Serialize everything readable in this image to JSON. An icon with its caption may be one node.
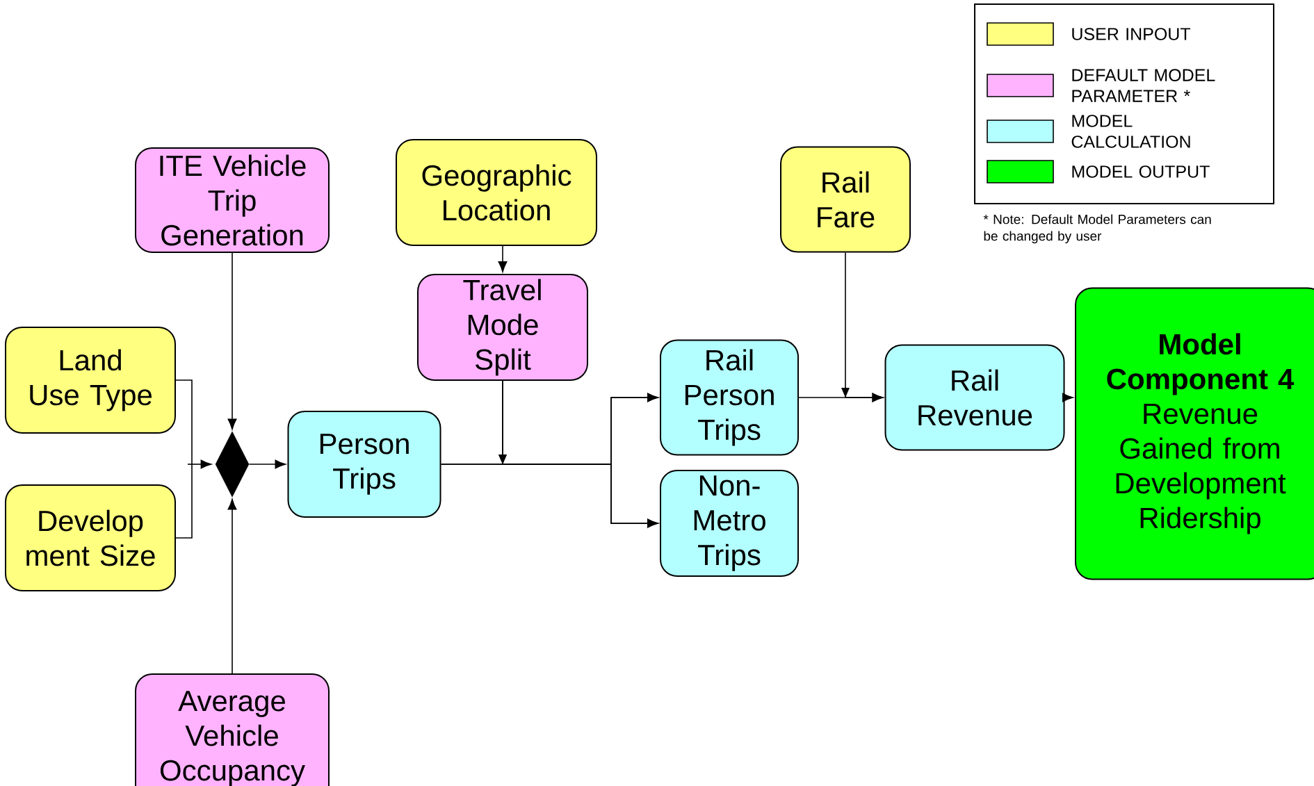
{
  "diagram": {
    "nodes": [
      {
        "text": [
          "ITE Vehicle Trip Generation"
        ]
      },
      {
        "text": [
          "Geographic Location"
        ]
      },
      {
        "text": [
          "Rail Fare"
        ]
      },
      {
        "text": [
          "Travel Mode Split"
        ]
      },
      {
        "text": [
          "Land Use Type"
        ]
      },
      {
        "text": [
          "Develop ment Size"
        ]
      },
      {
        "text": [],
        "shape": "diamond"
      },
      {
        "text": [
          "Person Trips"
        ]
      },
      {
        "text": [
          "Rail Person Trips"
        ]
      },
      {
        "text": [
          "Non-Metro Trips"
        ]
      },
      {
        "text": [
          "Rail Revenue"
        ]
      },
      {
        "text": [
          "Model Component 4",
          "Revenue Gained from Development Ridership"
        ]
      },
      {
        "text": [
          "Average Vehicle Occupancy"
        ]
      }
    ],
    "edges": [
      {
        "from": 0,
        "to": 6,
        "arrow": "to"
      },
      {
        "from": 12,
        "to": 6,
        "arrow": "to"
      },
      {
        "from": 4,
        "to": 6,
        "arrow": "to"
      },
      {
        "from": 5,
        "to": 6,
        "arrow": "to"
      },
      {
        "from": 6,
        "to": 7,
        "arrow": "to"
      },
      {
        "from": 1,
        "to": 3,
        "arrow": "to"
      },
      {
        "from": 7,
        "to": 8,
        "arrow": "to"
      },
      {
        "from": 7,
        "to": 9,
        "arrow": "to"
      },
      {
        "from": 3,
        "to": 8,
        "arrow": "to"
      },
      {
        "from": 3,
        "to": 9,
        "arrow": "to"
      },
      {
        "from": 8,
        "to": 10,
        "arrow": "to"
      },
      {
        "from": 2,
        "to": 10,
        "arrow": "to"
      },
      {
        "from": 10,
        "to": 11,
        "arrow": "to"
      }
    ],
    "labels": [
      "* Note: Default Model Parameters can be changed by user"
    ],
    "legend": [
      {
        "text": "USER INPOUT",
        "color": "#ffff80"
      },
      {
        "text": "DEFAULT MODEL PARAMETER *",
        "color": "#ffb3ff"
      },
      {
        "text": "MODEL CALCULATION",
        "color": "#b3ffff"
      },
      {
        "text": "MODEL OUTPUT",
        "color": "#00ff00"
      }
    ]
  }
}
